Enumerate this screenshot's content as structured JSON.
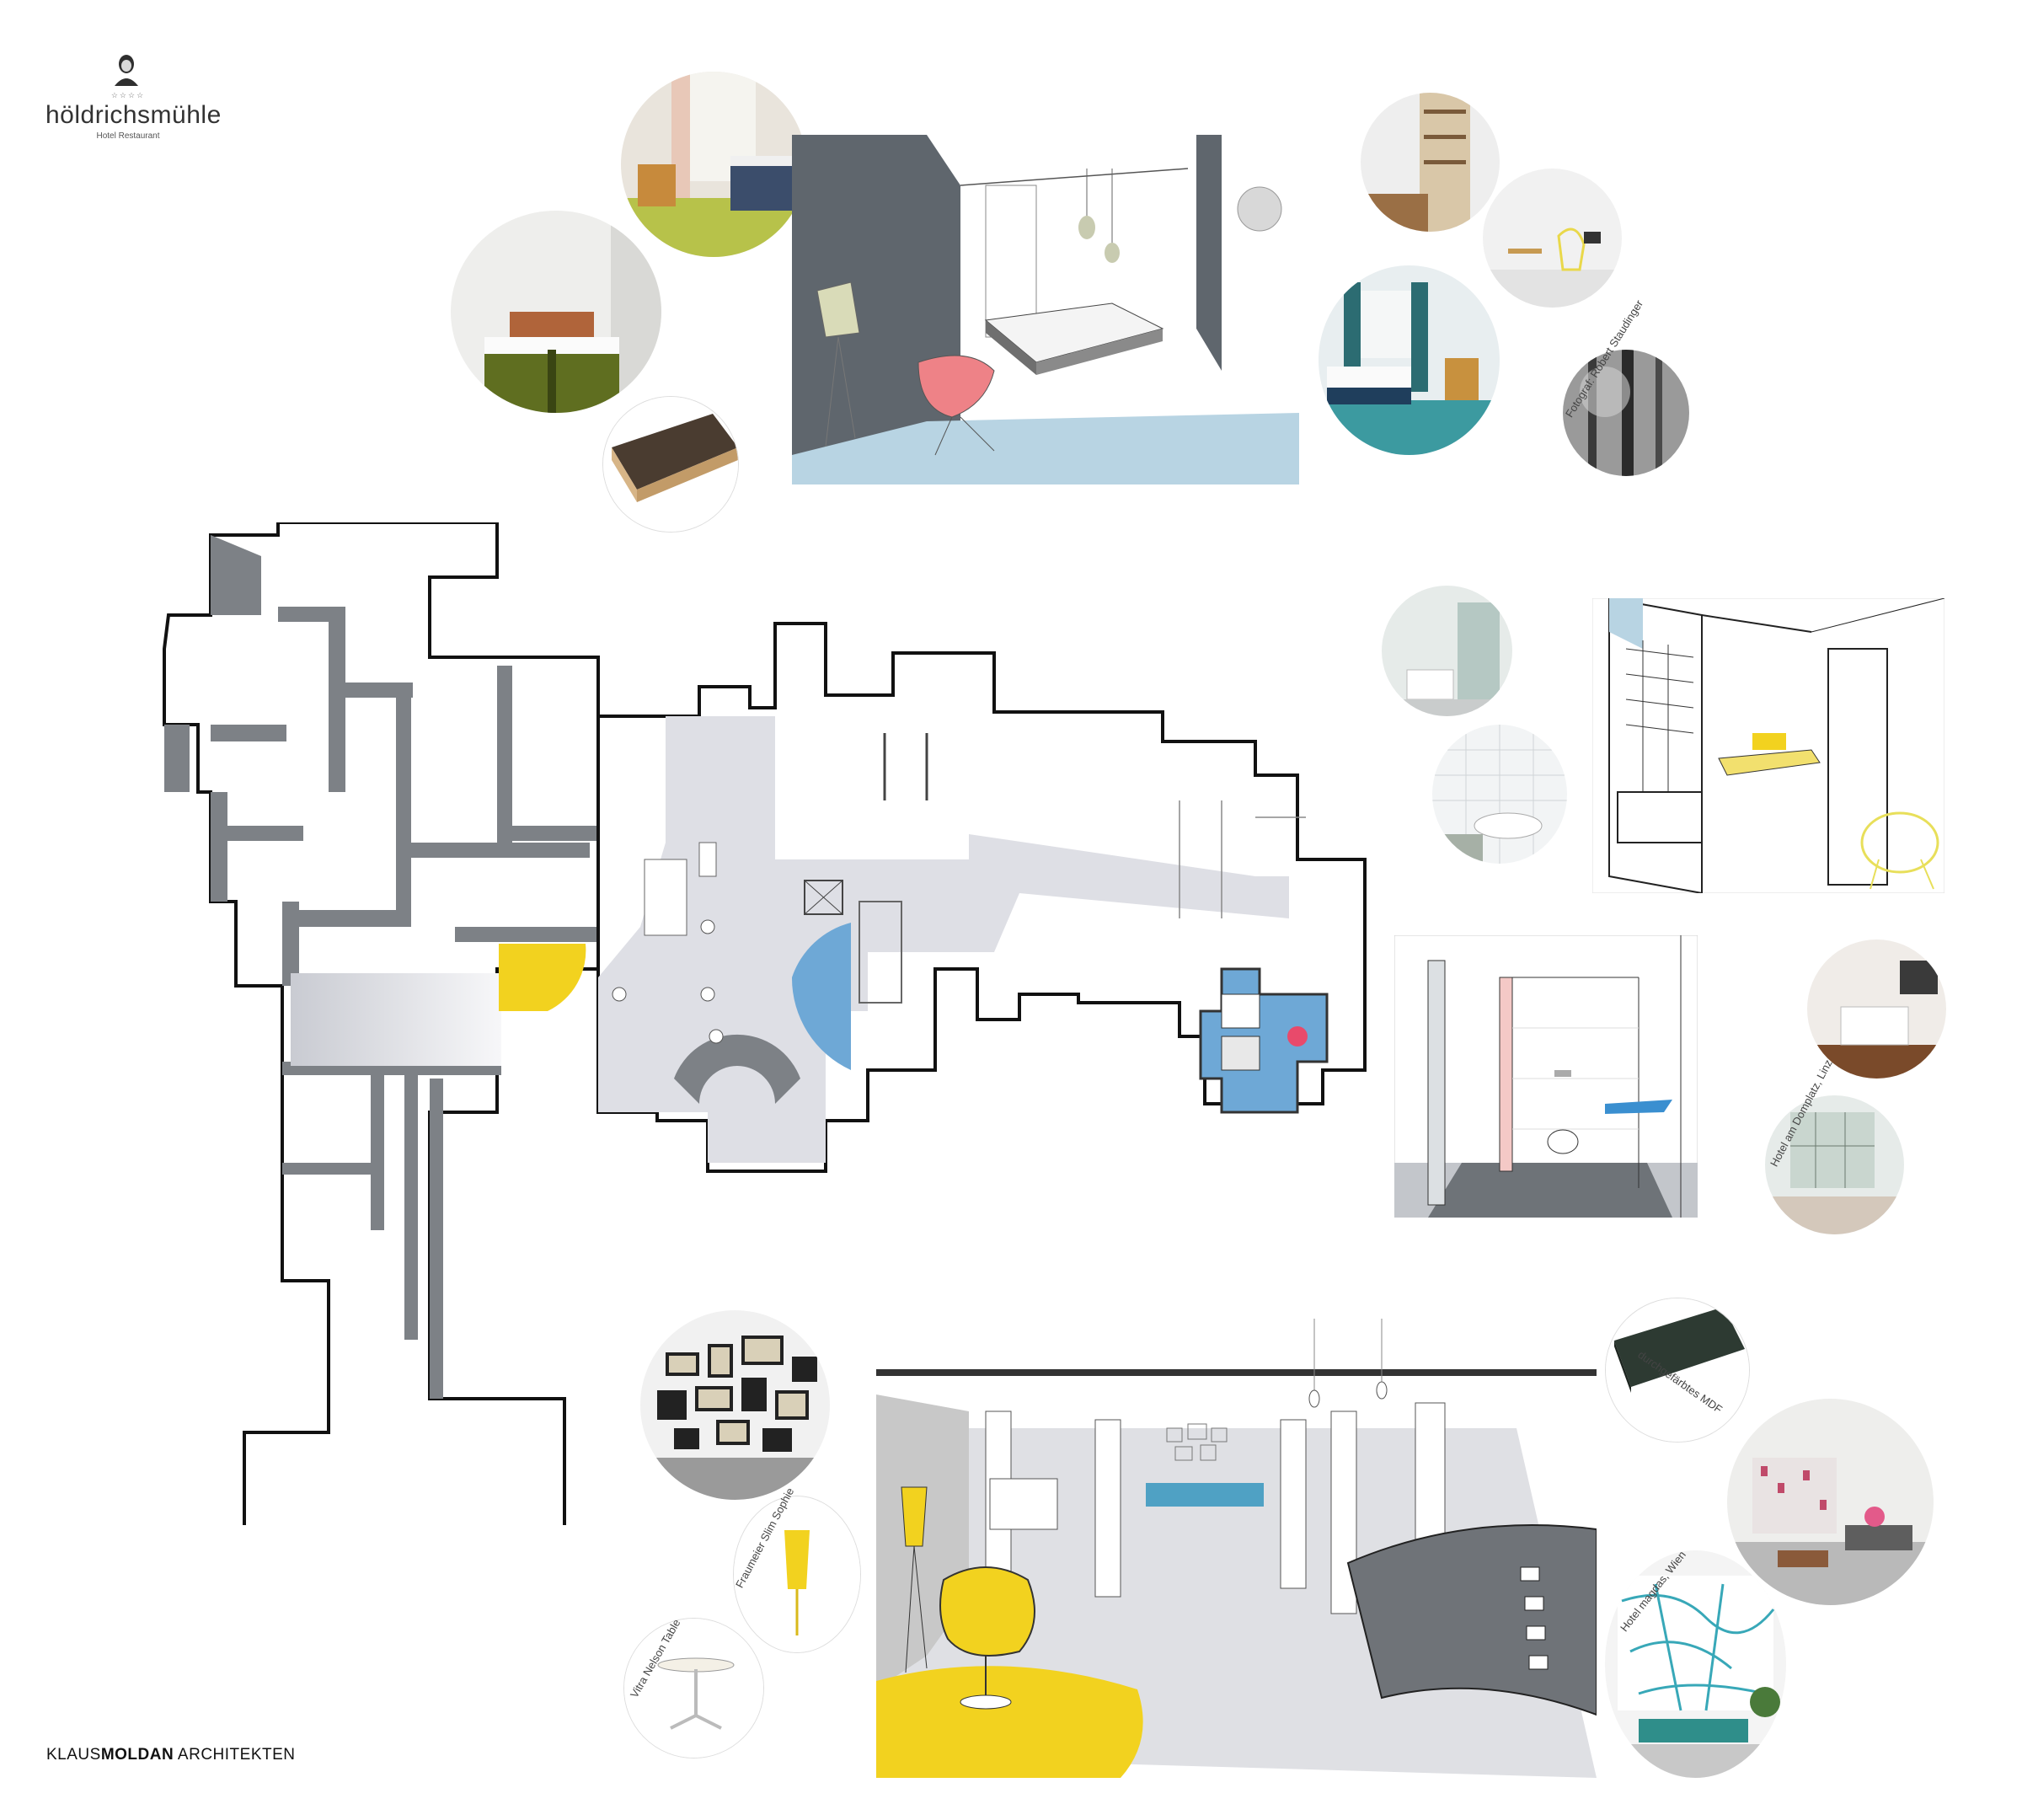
{
  "logo": {
    "stars": "☆☆☆☆",
    "name": "höldrichsmühle",
    "subtitle": "Hotel Restaurant"
  },
  "office": {
    "bold_part": "MOLDAN",
    "prefix": "KLAUS",
    "suffix": " ARCHITEKTEN"
  },
  "labels": {
    "photographer": "Fotograf: Robert Staudinger",
    "hotel_linz": "Hotel am Domplatz, Linz",
    "mdf": "durchgefärbtes MDF",
    "hotel_vienna": "Hotel magdas, Wien",
    "lamp": "Fraumeier Slim Sophie",
    "table": "Vitra Nelson Table"
  },
  "colors": {
    "wall_gray": "#5a6066",
    "accent_yellow": "#f2d21f",
    "accent_blue": "#6ea8d6",
    "accent_pink": "#f08080",
    "floor_blue": "#b4d4e4",
    "corridor": "#dcdde3",
    "plan_wall": "#7d8186"
  },
  "icons": {
    "logo_portrait": "portrait-icon"
  }
}
